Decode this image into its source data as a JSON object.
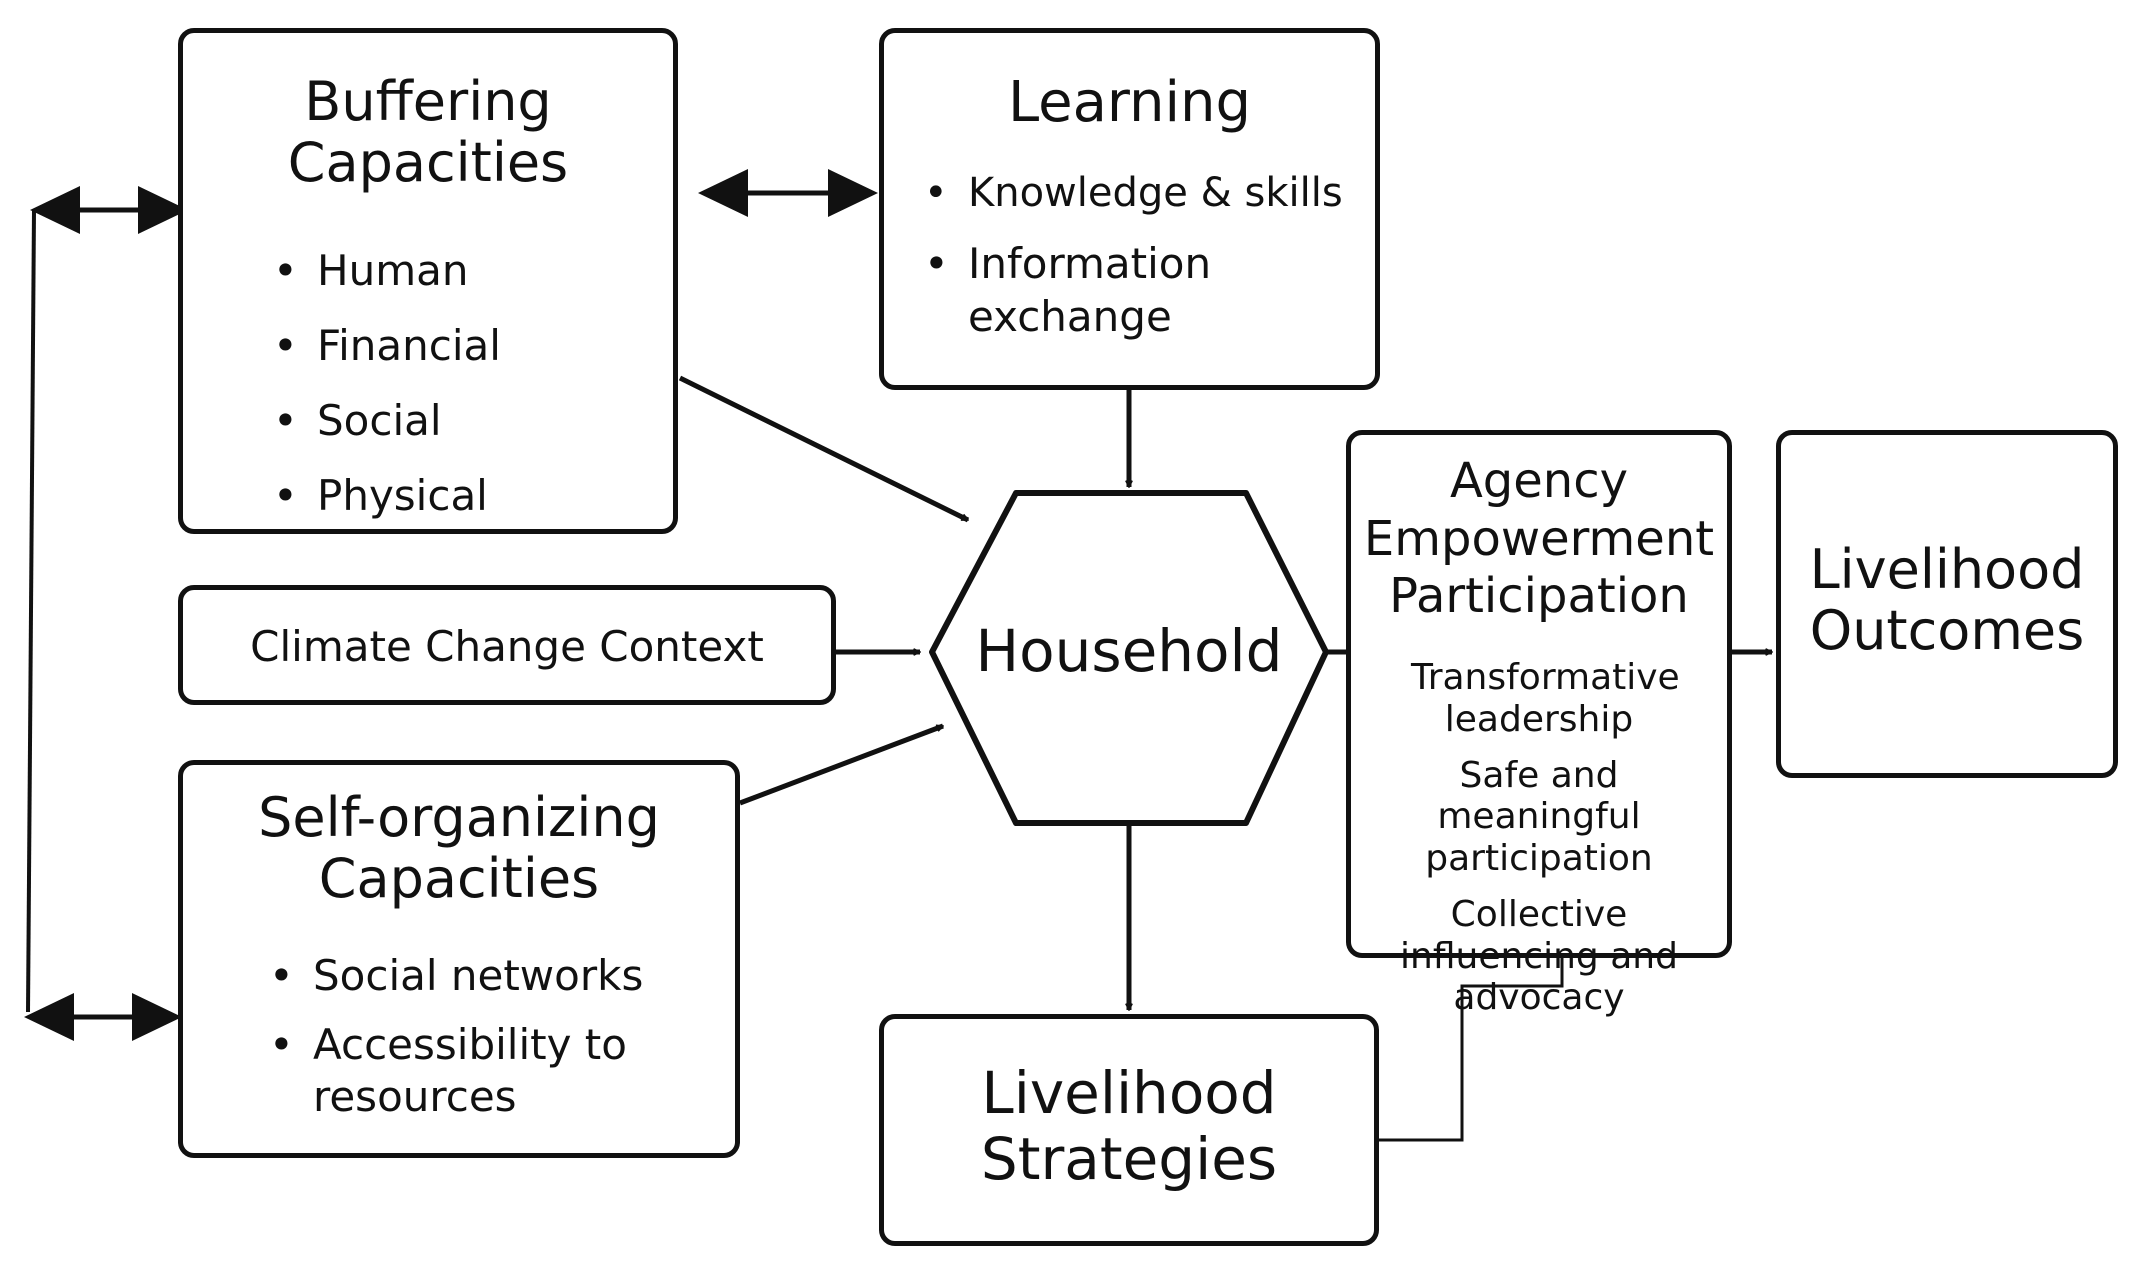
{
  "buffering": {
    "title": "Buffering Capacities",
    "items": [
      "Human",
      "Financial",
      "Social",
      "Physical"
    ]
  },
  "learning": {
    "title": "Learning",
    "items": [
      "Knowledge & skills",
      "Information exchange"
    ]
  },
  "climate": {
    "label": "Climate Change Context"
  },
  "household": {
    "label": "Household"
  },
  "self_org": {
    "title": "Self-organizing Capacities",
    "items": [
      "Social networks",
      "Accessibility to resources"
    ]
  },
  "agency": {
    "title": "Agency Empowerment Participation",
    "items": [
      "Transformative leadership",
      "Safe and meaningful participation",
      "Collective influencing and advocacy"
    ]
  },
  "outcomes": {
    "title": "Livelihood Outcomes"
  },
  "strategies": {
    "title": "Livelihood Strategies"
  }
}
